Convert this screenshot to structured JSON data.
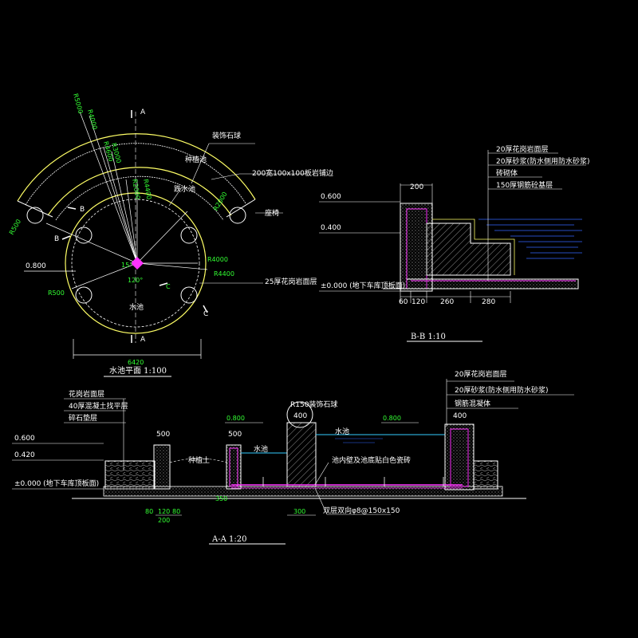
{
  "plan": {
    "title": "水池平面 1:100",
    "labels": {
      "stone_ball": "装饰石球",
      "planter": "种植池",
      "curb": "200宽100x100板岩铺边",
      "bench": "座椅",
      "fountain": "跌水池",
      "granite": "25厚花岗岩面层",
      "pool": "水池",
      "b_mark": "B",
      "a_mark": "A",
      "c_mark": "C",
      "elev": "0.800"
    },
    "radii": [
      "R5000",
      "R4000",
      "R4600",
      "R3000",
      "R2000",
      "R4400",
      "R2000",
      "R500",
      "R4000",
      "R4400",
      "R3100",
      "R500"
    ],
    "angles": [
      "15°",
      "120°",
      "C"
    ],
    "dims": {
      "width": "6420"
    }
  },
  "section_b": {
    "title": "B-B 1:10",
    "elevs": [
      "0.600",
      "0.400",
      "±0.000 (地下车库顶板面)"
    ],
    "layers": [
      "20厚花岗岩面层",
      "20厚砂浆(防水侧用防水砂浆)",
      "砖砌体",
      "150厚钢筋砼基层"
    ],
    "dims": [
      "200",
      "60",
      "120",
      "260",
      "280"
    ]
  },
  "section_a": {
    "title": "A-A 1:20",
    "left_layers": [
      "花岗岩面层",
      "40厚混凝土找平层",
      "碎石垫层"
    ],
    "right_layers": [
      "20厚花岗岩面层",
      "20厚砂浆(防水侧用防水砂浆)",
      "钢筋混凝体"
    ],
    "elevs": [
      "0.600",
      "0.420",
      "±0.000 (地下车库顶板面)",
      "0.800",
      "0.800"
    ],
    "labels": {
      "ball": "R150装饰石球",
      "soil": "种植土",
      "water1": "水池",
      "water2": "水池",
      "finish": "池内壁及池底贴白色瓷砖",
      "rebar": "双层双向φ8@150x150"
    },
    "dims": [
      "500",
      "500",
      "400",
      "400",
      "80",
      "120",
      "80",
      "300",
      "200",
      "350"
    ]
  },
  "colors": {
    "background": "#000000",
    "line_white": "#ffffff",
    "line_green": "#33ff33",
    "line_yellow": "#ffff66",
    "line_magenta": "#ff33ff",
    "line_cyan": "#33ccff",
    "line_blue": "#3366ff"
  }
}
